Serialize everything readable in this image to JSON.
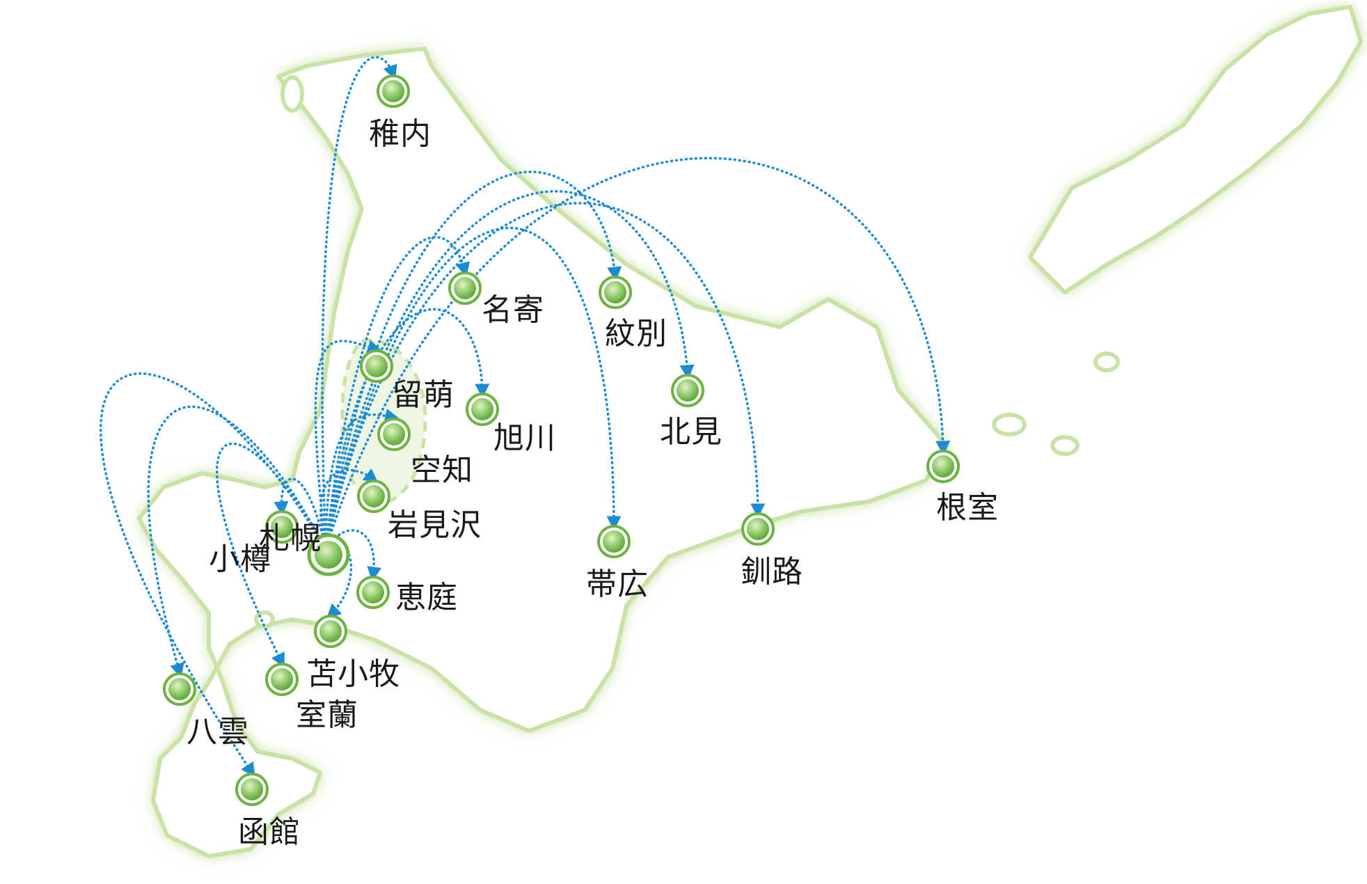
{
  "map": {
    "colors": {
      "land_fill": "#ffffff",
      "land_glow": "#b5d98a",
      "land_edge": "#c9e3a6",
      "route": "#1a8bd4",
      "marker_ring": "#6db33f",
      "marker_core": "#7ec05a",
      "marker_core_light": "#e2f3c4"
    },
    "hub": {
      "id": "sapporo",
      "label": "札幌"
    },
    "destinations": [
      {
        "id": "wakkanai",
        "label": "稚内"
      },
      {
        "id": "nayoro",
        "label": "名寄"
      },
      {
        "id": "rumoi",
        "label": "留萌"
      },
      {
        "id": "asahikawa",
        "label": "旭川"
      },
      {
        "id": "sorachi",
        "label": "空知"
      },
      {
        "id": "iwamizawa",
        "label": "岩見沢"
      },
      {
        "id": "otaru",
        "label": "小樽"
      },
      {
        "id": "eniwa",
        "label": "恵庭"
      },
      {
        "id": "tomakomai",
        "label": "苫小牧"
      },
      {
        "id": "muroran",
        "label": "室蘭"
      },
      {
        "id": "yakumo",
        "label": "八雲"
      },
      {
        "id": "hakodate",
        "label": "函館"
      },
      {
        "id": "monbetsu",
        "label": "紋別"
      },
      {
        "id": "kitami",
        "label": "北見"
      },
      {
        "id": "obihiro",
        "label": "帯広"
      },
      {
        "id": "kushiro",
        "label": "釧路"
      },
      {
        "id": "nemuro",
        "label": "根室"
      }
    ]
  }
}
